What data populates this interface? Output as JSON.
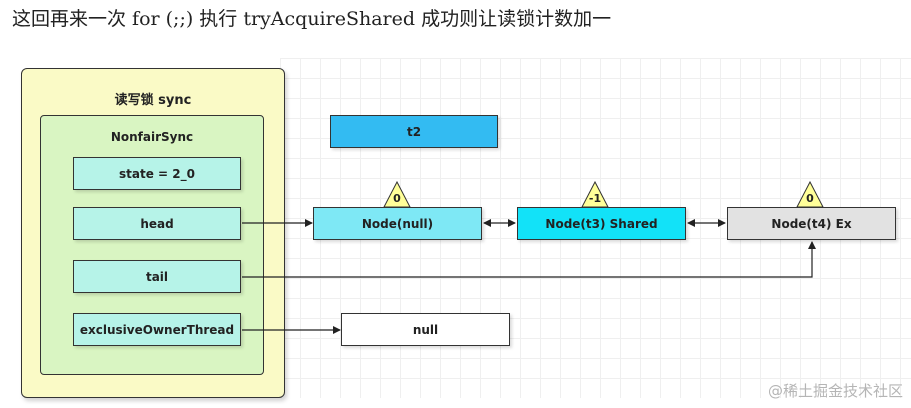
{
  "caption": "这回再来一次 for (;;) 执行 tryAcquireShared 成功则让读锁计数加一",
  "outer_box": {
    "label": "读写锁 sync"
  },
  "inner_box": {
    "label": "NonfairSync"
  },
  "fields": {
    "state": "state = 2_0",
    "head": "head",
    "tail": "tail",
    "exclusive_owner": "exclusiveOwnerThread"
  },
  "thread_box": {
    "label": "t2"
  },
  "queue_nodes": [
    {
      "label": "Node(null)",
      "wait_status": "0"
    },
    {
      "label": "Node(t3) Shared",
      "wait_status": "-1"
    },
    {
      "label": "Node(t4) Ex",
      "wait_status": "0"
    }
  ],
  "owner_value": "null",
  "watermark": "@稀土掘金技术社区",
  "colors": {
    "outer_fill": "#fafac6",
    "inner_fill": "#d9f5c2",
    "field_fill": "#b6f3e8",
    "thread_fill": "#33bbf2",
    "node_head_fill": "#7ee8f5",
    "node_shared_fill": "#12e2f8",
    "node_ex_fill": "#e2e2e2",
    "badge_fill": "#ffff99"
  }
}
